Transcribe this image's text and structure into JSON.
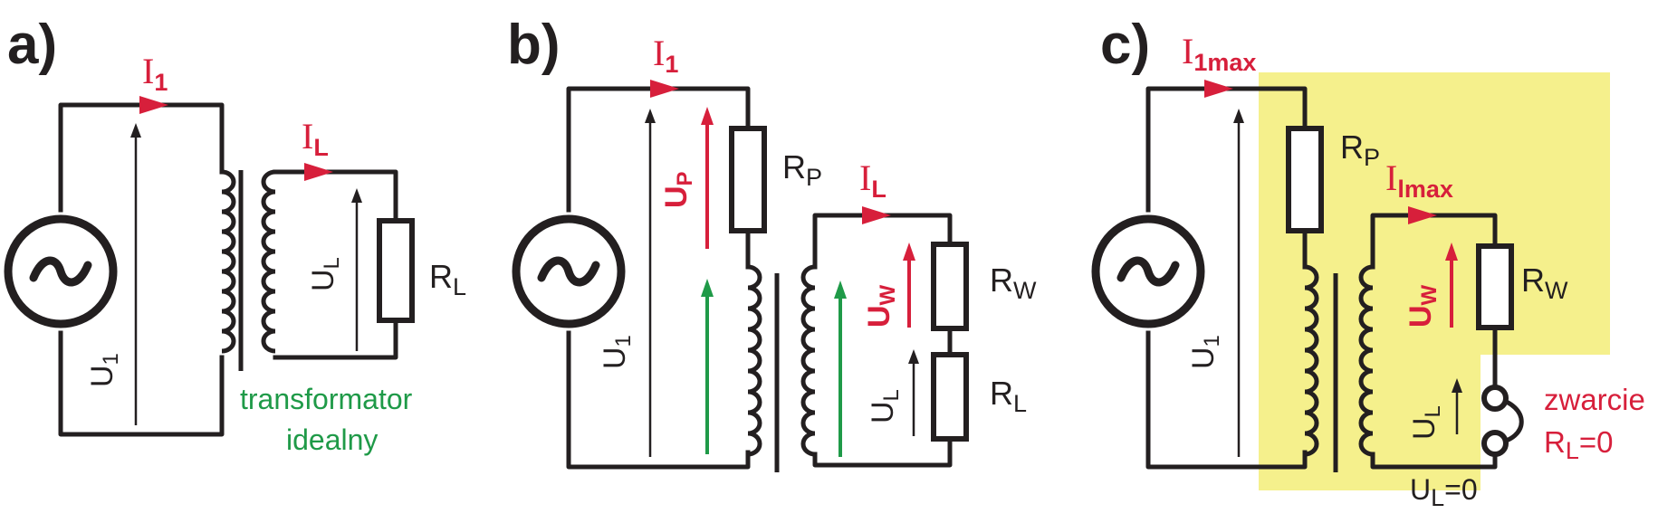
{
  "panels": {
    "a": {
      "label": "a)",
      "current_1": {
        "main": "I",
        "sub": "1"
      },
      "current_L": {
        "main": "I",
        "sub": "L"
      },
      "voltage_1": {
        "main": "U",
        "sub": "1"
      },
      "voltage_L": {
        "main": "U",
        "sub": "L"
      },
      "resistor_L": {
        "main": "R",
        "sub": "L"
      },
      "note_line1": "transformator",
      "note_line2": "idealny"
    },
    "b": {
      "label": "b)",
      "current_1": {
        "main": "I",
        "sub": "1"
      },
      "current_L": {
        "main": "I",
        "sub": "L"
      },
      "voltage_1": {
        "main": "U",
        "sub": "1"
      },
      "voltage_P": {
        "main": "U",
        "sub": "P"
      },
      "voltage_W": {
        "main": "U",
        "sub": "W"
      },
      "voltage_L": {
        "main": "U",
        "sub": "L"
      },
      "resistor_P": {
        "main": "R",
        "sub": "P"
      },
      "resistor_W": {
        "main": "R",
        "sub": "W"
      },
      "resistor_L": {
        "main": "R",
        "sub": "L"
      }
    },
    "c": {
      "label": "c)",
      "current_1": {
        "main": "I",
        "sub": "1max"
      },
      "current_L": {
        "main": "I",
        "sub": "lmax"
      },
      "voltage_1": {
        "main": "U",
        "sub": "1"
      },
      "voltage_W": {
        "main": "U",
        "sub": "W"
      },
      "voltage_L": {
        "main": "U",
        "sub": "L"
      },
      "resistor_P": {
        "main": "R",
        "sub": "P"
      },
      "resistor_W": {
        "main": "R",
        "sub": "W"
      },
      "short_label": "zwarcie",
      "short_value": {
        "main": "R",
        "sub": "L",
        "rest": "=0"
      },
      "ul_zero": {
        "main": "U",
        "sub": "L",
        "rest": "=0"
      }
    }
  },
  "colors": {
    "wire": "#231f20",
    "accent_red": "#d71f3b",
    "accent_green": "#1f9a48",
    "highlight": "#f5f08c"
  }
}
